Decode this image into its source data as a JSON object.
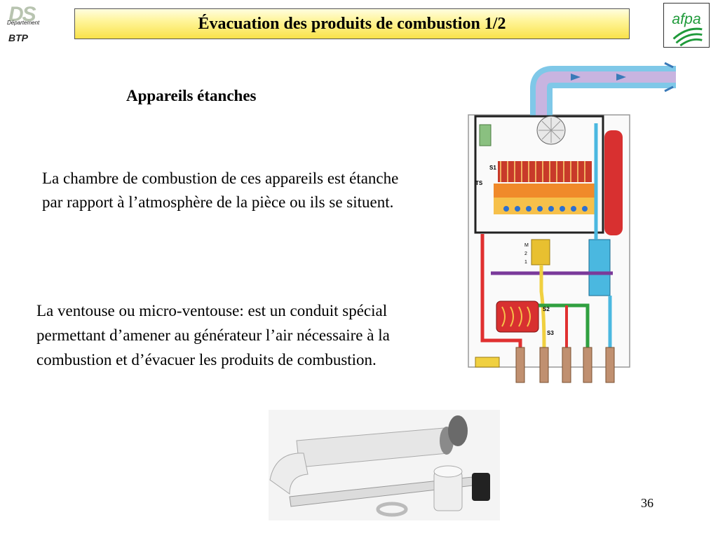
{
  "header": {
    "title": "Évacuation des produits de combustion 1/2",
    "logo_left": {
      "line1": "DS",
      "line2": "Département",
      "line3": "BTP"
    },
    "logo_right": {
      "text": "afpa"
    }
  },
  "content": {
    "subtitle": "Appareils étanches",
    "paragraph1": "La chambre de combustion de ces appareils est étanche par rapport à l’atmosphère de la pièce ou ils se situent.",
    "paragraph2": "La ventouse ou micro-ventouse: est un conduit spécial permettant d’amener au générateur l’air nécessaire à la combustion et d’évacuer les produits de combustion."
  },
  "diagram": {
    "labels": {
      "s1": "S1",
      "ts": "TS",
      "s2": "S2",
      "s3": "S3",
      "m": "M",
      "n2": "2",
      "n1": "1"
    }
  },
  "footer": {
    "page_number": "36"
  }
}
